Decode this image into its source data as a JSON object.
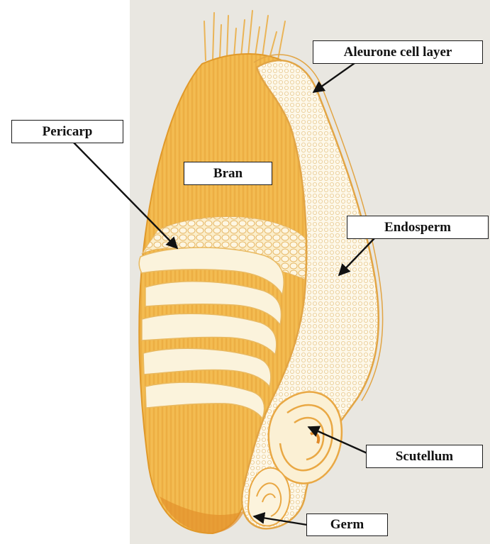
{
  "diagram": {
    "labels": {
      "aleurone": "Aleurone cell layer",
      "pericarp": "Pericarp",
      "bran": "Bran",
      "endosperm": "Endosperm",
      "scutellum": "Scutellum",
      "germ": "Germ"
    },
    "colors": {
      "background_panel": "#e9e7e1",
      "bran_orange": "#f2b84b",
      "bran_dark": "#e09a2a",
      "pericarp_cream": "#fbf3dc",
      "endosperm_fill": "#fdf8ea",
      "arrow": "#111111"
    }
  }
}
